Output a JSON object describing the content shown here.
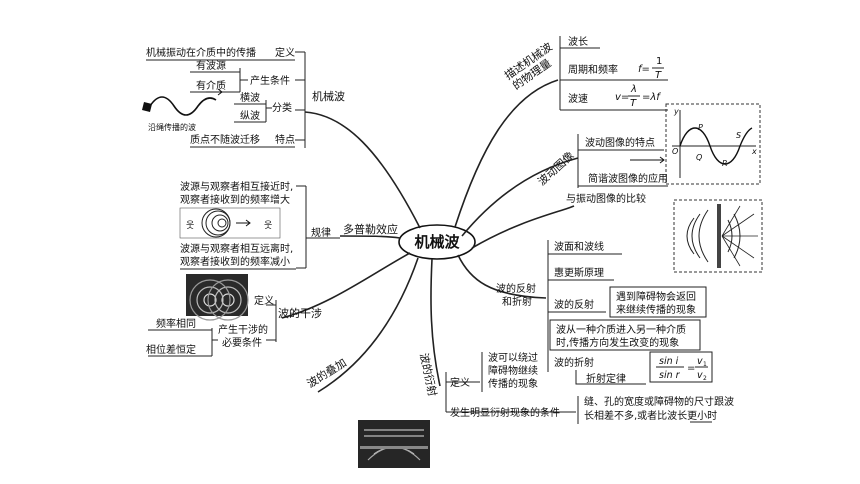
{
  "center": "机械波",
  "branch_mechanical": {
    "label": "机械波",
    "def_label": "定义",
    "def_text": "机械振动在介质中的传播",
    "cond_label": "产生条件",
    "cond_items": [
      "有波源",
      "有介质"
    ],
    "class_label": "分类",
    "class_items": [
      "横波",
      "纵波"
    ],
    "feature_label": "特点",
    "feature_text": "质点不随波迁移",
    "rope_caption": "沿绳传播的波"
  },
  "branch_doppler": {
    "label": "多普勒效应",
    "rule_label": "规律",
    "near_line1": "波源与观察者相互接近时,",
    "near_line2": "观察者接收到的频率增大",
    "far_line1": "波源与观察者相互远离时,",
    "far_line2": "观察者接收到的频率减小"
  },
  "branch_interference": {
    "label": "波的干涉",
    "def_label": "定义",
    "cond_label_1": "产生干涉的",
    "cond_label_2": "必要条件",
    "cond_items": [
      "频率相同",
      "相位差恒定"
    ]
  },
  "branch_superposition": {
    "label": "波的叠加"
  },
  "branch_diffraction": {
    "label": "波的衍射",
    "def_label": "定义",
    "def_line1": "波可以绕过",
    "def_line2": "障碍物继续",
    "def_line3": "传播的现象",
    "cond_label": "发生明显衍射现象的条件",
    "cond_line1": "缝、孔的宽度或障碍物的尺寸跟波",
    "cond_line2": "长相差不多,或者比波长更小时"
  },
  "branch_quantities": {
    "label_line1": "描述机械波",
    "label_line2": "的物理量",
    "items": [
      "波长",
      "周期和频率",
      "波速"
    ],
    "formula_f_lhs": "f=",
    "formula_f_num": "1",
    "formula_f_den": "T",
    "formula_v_lhs": "v=",
    "formula_v_num": "λ",
    "formula_v_den": "T",
    "formula_v_rhs": "=λf"
  },
  "branch_graph": {
    "label": "波动图像",
    "items": [
      "波动图像的特点",
      "简谐波图像的应用",
      "与振动图像的比较"
    ],
    "axis_y": "y",
    "axis_x": "x",
    "origin": "O",
    "points": [
      "P",
      "Q",
      "R",
      "S"
    ]
  },
  "branch_reflection": {
    "label_line1": "波的反射",
    "label_line2": "和折射",
    "wavefront": "波面和波线",
    "huygens": "惠更斯原理",
    "reflection_label": "波的反射",
    "reflection_line1": "遇到障碍物会返回",
    "reflection_line2": "来继续传播的现象",
    "refraction_desc_line1": "波从一种介质进入另一种介质",
    "refraction_desc_line2": "时,传播方向发生改变的现象",
    "refraction_label": "波的折射",
    "law_label": "折射定律",
    "law_num_lhs": "sin i",
    "law_den_lhs": "sin r",
    "law_eq": "=",
    "law_num_rhs": "v",
    "law_num_rhs_sub": "1",
    "law_den_rhs": "v",
    "law_den_rhs_sub": "2"
  }
}
